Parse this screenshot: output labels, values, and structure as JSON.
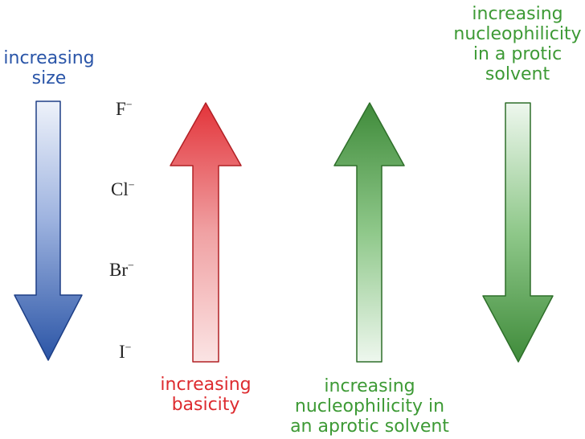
{
  "labels": {
    "size": "increasing\nsize",
    "basicity": "increasing\nbasicity",
    "aprotic": "increasing\nnucleophilicity in\nan aprotic solvent",
    "protic": "increasing\nnucleophilicity\nin a protic\nsolvent"
  },
  "ions": [
    {
      "symbol": "F",
      "charge": "−"
    },
    {
      "symbol": "Cl",
      "charge": "−"
    },
    {
      "symbol": "Br",
      "charge": "−"
    },
    {
      "symbol": "I",
      "charge": "−"
    }
  ],
  "colors": {
    "blue_text": "#2a55a8",
    "blue_dark": "#2b55a6",
    "blue_light": "#eef2fa",
    "red_text": "#dd2b2f",
    "red_dark": "#e3343a",
    "red_light": "#fbe4e4",
    "green_text": "#3d9a35",
    "green_dark": "#3f8b3a",
    "green_light": "#eef7ee"
  },
  "arrows": [
    {
      "name": "size-arrow",
      "direction": "down",
      "color": "blue"
    },
    {
      "name": "basicity-arrow",
      "direction": "up",
      "color": "red"
    },
    {
      "name": "aprotic-nucleophilicity-arrow",
      "direction": "up",
      "color": "green"
    },
    {
      "name": "protic-nucleophilicity-arrow",
      "direction": "down",
      "color": "green"
    }
  ]
}
